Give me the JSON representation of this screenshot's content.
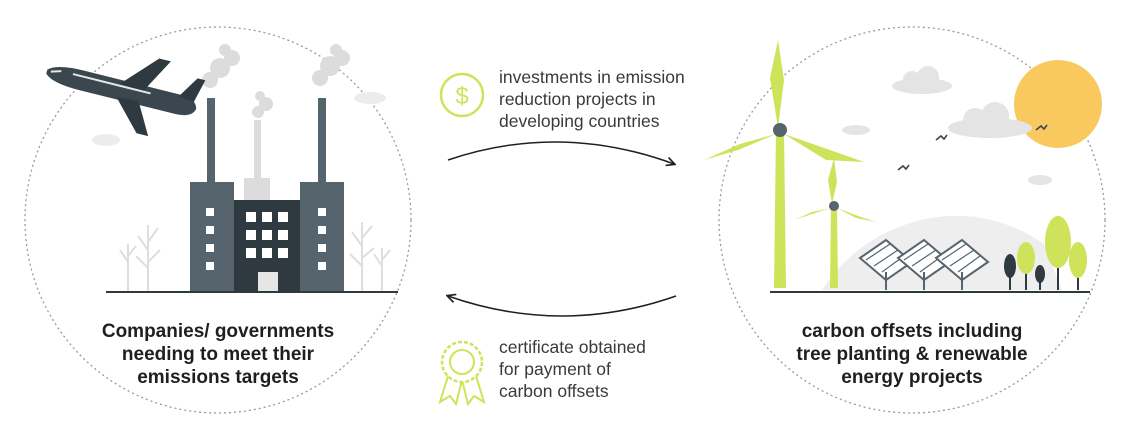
{
  "left_node": {
    "label_lines": [
      "Companies/ governments",
      "needing to meet their",
      "emissions targets"
    ]
  },
  "right_node": {
    "label_lines": [
      "carbon offsets including",
      "tree planting & renewable",
      "energy projects"
    ]
  },
  "top_flow": {
    "icon": "dollar-coin-icon",
    "text_lines": [
      "investments in emission",
      "reduction projects in",
      "developing countries"
    ]
  },
  "bottom_flow": {
    "icon": "certificate-badge-icon",
    "text_lines": [
      "certificate obtained",
      "for payment of",
      "carbon offsets"
    ]
  },
  "colors": {
    "accent_lime": "#cfe35a",
    "industry_slate": "#56646d",
    "sun": "#f9c85f",
    "cloud": "#e4e4e4",
    "text": "#1f1f1f"
  }
}
